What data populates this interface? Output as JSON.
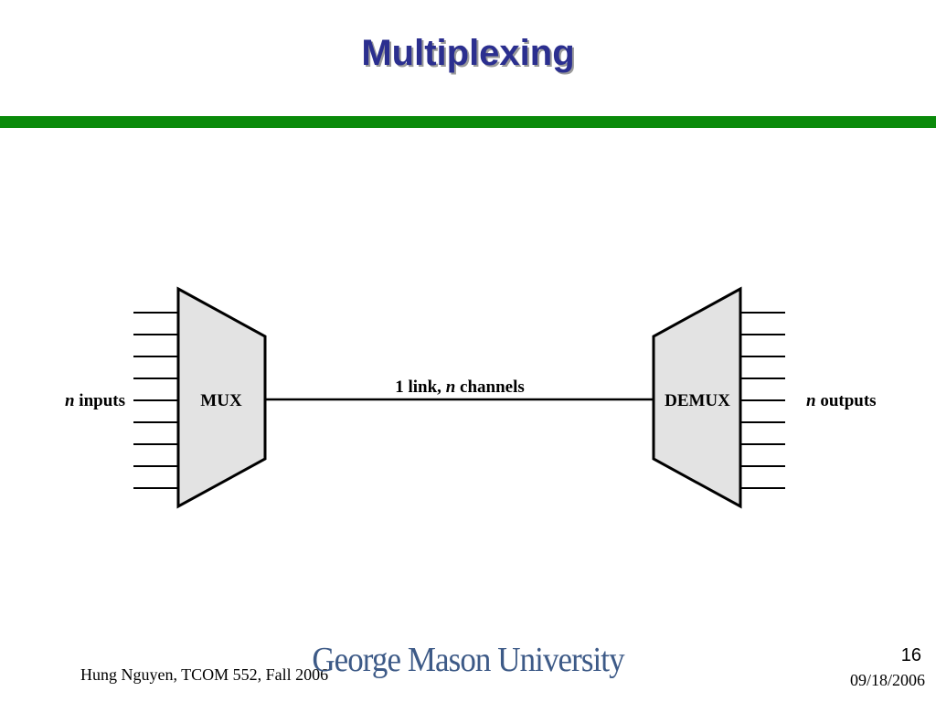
{
  "slide": {
    "title": "Multiplexing"
  },
  "colors": {
    "title": "#2b2f8f",
    "accent_bar": "#0a8a0a",
    "block_fill": "#e3e3e3",
    "stroke": "#000000",
    "logo": "#3d5a87"
  },
  "diagram": {
    "left_label": [
      "n",
      " inputs"
    ],
    "right_label": [
      "n",
      " outputs"
    ],
    "mux_label": "MUX",
    "demux_label": "DEMUX",
    "link_label": [
      "1 link, ",
      "n",
      " channels"
    ],
    "input_line_count": 9,
    "output_line_count": 9
  },
  "footer": {
    "author": "Hung Nguyen, TCOM 552, Fall 2006",
    "university": "George Mason University",
    "page_number": "16",
    "date": "09/18/2006"
  }
}
